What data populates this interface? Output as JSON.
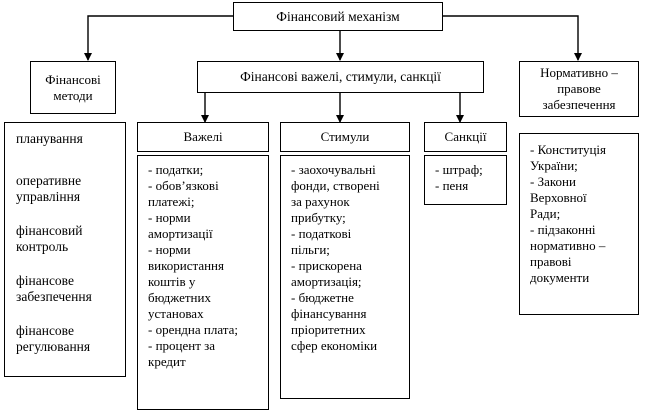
{
  "root": {
    "label": "Фінансовий механізм"
  },
  "left": {
    "label": "Фінансові\nметоди",
    "items": [
      "планування",
      "оперативне управління",
      "фінансовий контроль",
      "фінансове забезпечення",
      "фінансове регулювання"
    ]
  },
  "center": {
    "label": "Фінансові важелі, стимули, санкції",
    "columns": [
      {
        "label": "Важелі",
        "items": [
          "- податки;",
          "- обов’язкові\nплатежі;",
          "- норми\nамортизації",
          "- норми\nвикористання\nкоштів у\nбюджетних\nустановах",
          "- орендна плата;",
          "- процент за\nкредит"
        ]
      },
      {
        "label": "Стимули",
        "items": [
          "- заохочувальні\nфонди, створені\nза рахунок\nприбутку;",
          "- податкові\nпільги;",
          "- прискорена\nамортизація;",
          "- бюджетне\nфінансування\nпріоритетних\nсфер економіки"
        ]
      },
      {
        "label": "Санкції",
        "items": [
          "- штраф;",
          "- пеня"
        ]
      }
    ]
  },
  "right": {
    "label": "Нормативно –\nправове\nзабезпечення",
    "items": [
      "- Конституція\nУкраїни;",
      "- Закони\nВерховної\nРади;",
      "- підзаконні\nнормативно –\nправові\nдокументи"
    ]
  }
}
